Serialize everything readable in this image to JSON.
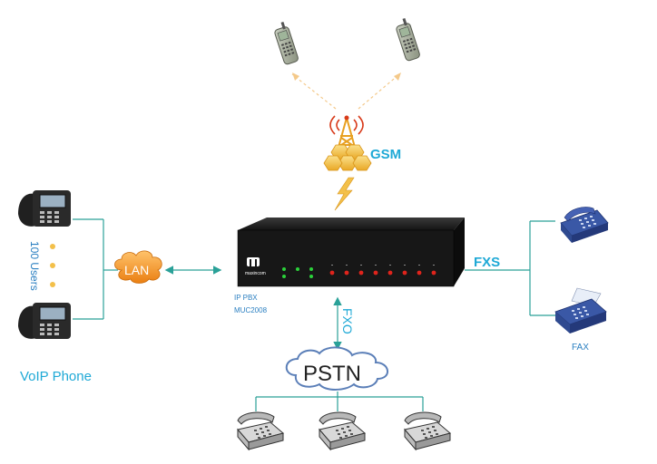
{
  "labels": {
    "gsm": "GSM",
    "lan": "LAN",
    "fxs": "FXS",
    "fxo": "FXO",
    "pstn": "PSTN",
    "fax": "FAX",
    "users": "100 Users",
    "voip_phone": "VoIP Phone",
    "device_line1": "IP PBX",
    "device_line2": "MUC2008",
    "brand": "maxincom"
  },
  "colors": {
    "cyan_label": "#1fa9d6",
    "blue_label": "#2a7fc1",
    "link_line": "#2aa198",
    "gsm_gold": "#f3c04a",
    "lan_orange": "#f39a2a",
    "device_body": "#151515",
    "led_red": "#e0241c",
    "led_green": "#2bd13a"
  },
  "icons": {
    "mobile_phone": "mobile-phone-icon",
    "tower": "radio-tower-icon",
    "ip_phone": "ip-phone-icon",
    "desk_phone": "desk-phone-icon",
    "fax_machine": "fax-machine-icon",
    "cloud": "cloud-icon",
    "lightning": "lightning-bolt-icon"
  }
}
